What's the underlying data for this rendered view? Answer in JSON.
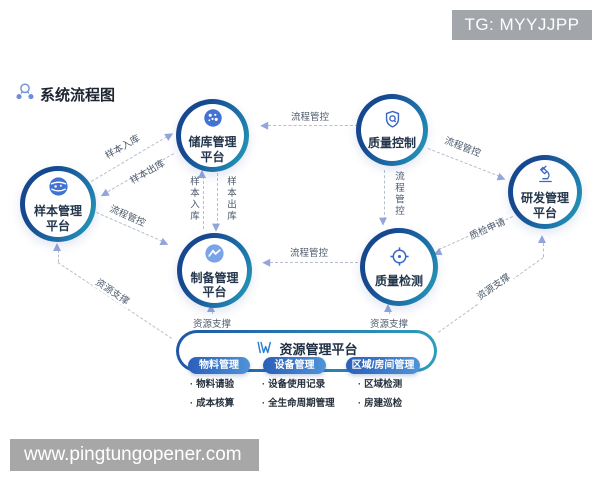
{
  "page": {
    "title": "系统流程图"
  },
  "watermarks": {
    "top": "TG: MYYJJPP",
    "bottom": "www.pingtungopener.com"
  },
  "nodes": {
    "storage": {
      "line1": "储库管理",
      "line2": "平台"
    },
    "quality_control": {
      "line1": "质量控制",
      "line2": ""
    },
    "sample": {
      "line1": "样本管理",
      "line2": "平台"
    },
    "rd": {
      "line1": "研发管理",
      "line2": "平台"
    },
    "preparation": {
      "line1": "制备管理",
      "line2": "平台"
    },
    "quality_inspection": {
      "line1": "质量检测",
      "line2": ""
    }
  },
  "edges": {
    "sample_to_storage": "样本入库",
    "storage_to_sample": "样本出库",
    "qc_to_storage": "流程管控",
    "prep_to_storage": "样本入库",
    "storage_to_prep": "样本出库",
    "sample_to_prep": "流程管控",
    "qc_to_inspection": "流程管控",
    "qc_to_rd": "流程管控",
    "rd_to_inspection": "质检申请",
    "inspection_to_prep": "流程管控",
    "resource_to_prep": "资源支撑",
    "resource_to_inspection": "资源支撑",
    "resource_to_sample": "资源支撑",
    "resource_to_rd": "资源支撑"
  },
  "resource": {
    "title": "资源管理平台",
    "groups": [
      {
        "label": "物料管理",
        "items": [
          "物料请验",
          "成本核算"
        ]
      },
      {
        "label": "设备管理",
        "items": [
          "设备使用记录",
          "全生命周期管理"
        ]
      },
      {
        "label": "区域/房间管理",
        "items": [
          "区域检测",
          "房建巡检"
        ]
      }
    ]
  },
  "colors": {
    "ring_start": "#16488f",
    "ring_end": "#2aa3b8",
    "accent_blue": "#3b66c4",
    "arrow": "#93a5db",
    "dash": "#b7bfca",
    "pill_start": "#2b5fb9",
    "pill_end": "#4f93d8",
    "watermark_bg": "#a7a7a7"
  }
}
